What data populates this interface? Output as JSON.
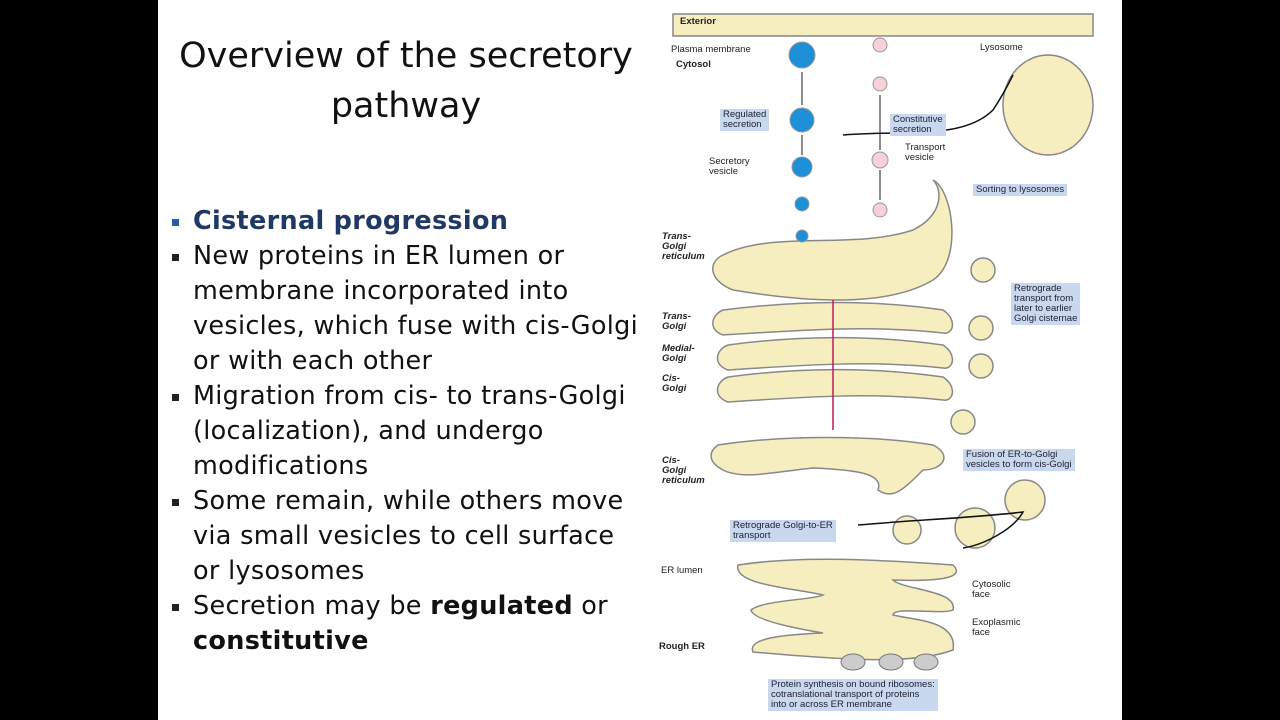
{
  "slide": {
    "title_line1": "Overview of the secretory",
    "title_line2": "pathway",
    "bullets": [
      {
        "text": "Cisternal progression"
      },
      {
        "text": "New proteins in ER lumen or membrane incorporated into vesicles, which fuse with cis-Golgi or with each other"
      },
      {
        "text": "Migration from cis- to trans-Golgi (localization), and undergo modifications"
      },
      {
        "text": "Some remain, while others move via small vesicles to cell surface or lysosomes"
      },
      {
        "pre": "Secretion may be ",
        "bold1": "regulated",
        "mid": " or ",
        "bold2": "constitutive"
      }
    ]
  },
  "diagram": {
    "labels": {
      "exterior": "Exterior",
      "plasma_membrane": "Plasma membrane",
      "cytosol": "Cytosol",
      "lysosome": "Lysosome",
      "regulated_secretion": "Regulated\nsecretion",
      "constitutive_secretion": "Constitutive\nsecretion",
      "transport_vesicle": "Transport\nvesicle",
      "secretory_vesicle": "Secretory\nvesicle",
      "sorting_to_lysosomes": "Sorting to lysosomes",
      "trans_golgi_reticulum": "Trans-\nGolgi\nreticulum",
      "trans_golgi": "Trans-\nGolgi",
      "medial_golgi": "Medial-\nGolgi",
      "cis_golgi": "Cis-\nGolgi",
      "cis_golgi_reticulum": "Cis-\nGolgi\nreticulum",
      "retrograde_golgi": "Retrograde\ntransport from\nlater to earlier\nGolgi cisternae",
      "fusion": "Fusion of ER-to-Golgi\nvesicles to form cis-Golgi",
      "retrograde_er": "Retrograde Golgi-to-ER\ntransport",
      "er_lumen": "ER lumen",
      "cytosolic_face": "Cytosolic\nface",
      "exoplasmic_face": "Exoplasmic\nface",
      "rough_er": "Rough ER",
      "protein_synthesis": "Protein synthesis on bound ribosomes:\ncotranslational transport of proteins\ninto or across ER membrane"
    },
    "colors": {
      "lumen": "#f7eec0",
      "label_box": "#c8d8ee",
      "regulated": "#1e90d8",
      "constitutive": "#d8325a"
    }
  }
}
